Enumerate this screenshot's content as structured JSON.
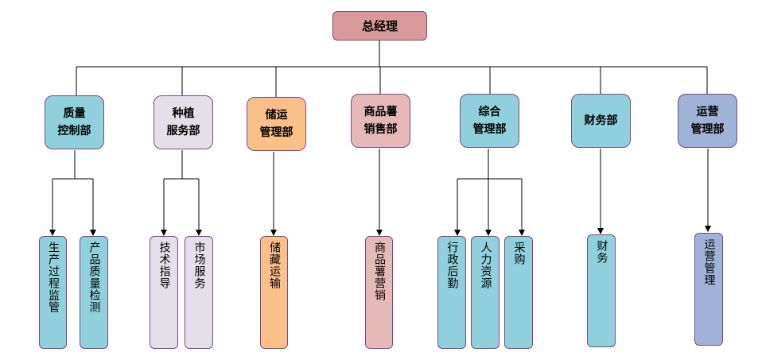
{
  "colors": {
    "root": "#d99a9a",
    "teal": "#8fd0dc",
    "lavender": "#e4dee8",
    "orange": "#fbbf88",
    "pink": "#e6b9b8",
    "blue": "#9fb2d8",
    "border": "#7a4a8c"
  },
  "root": {
    "label": "总经理"
  },
  "departments": [
    {
      "label": "质量\n控制部",
      "color": "teal"
    },
    {
      "label": "种植\n服务部",
      "color": "lavender"
    },
    {
      "label": "储运\n管理部",
      "color": "orange"
    },
    {
      "label": "商品薯\n销售部",
      "color": "pink"
    },
    {
      "label": "综合\n管理部",
      "color": "teal"
    },
    {
      "label": "财务部",
      "color": "teal"
    },
    {
      "label": "运营\n管理部",
      "color": "blue"
    }
  ],
  "units": [
    {
      "label": "生产过程监管",
      "color": "teal"
    },
    {
      "label": "产品质量检测",
      "color": "teal"
    },
    {
      "label": "技术指导",
      "color": "lavender"
    },
    {
      "label": "市场服务",
      "color": "lavender"
    },
    {
      "label": "储藏运输",
      "color": "orange"
    },
    {
      "label": "商品薯营销",
      "color": "pink"
    },
    {
      "label": "行政后勤",
      "color": "teal"
    },
    {
      "label": "人力资源",
      "color": "teal"
    },
    {
      "label": "采购",
      "color": "teal"
    },
    {
      "label": "财务",
      "color": "teal"
    },
    {
      "label": "运营管理",
      "color": "blue"
    }
  ]
}
